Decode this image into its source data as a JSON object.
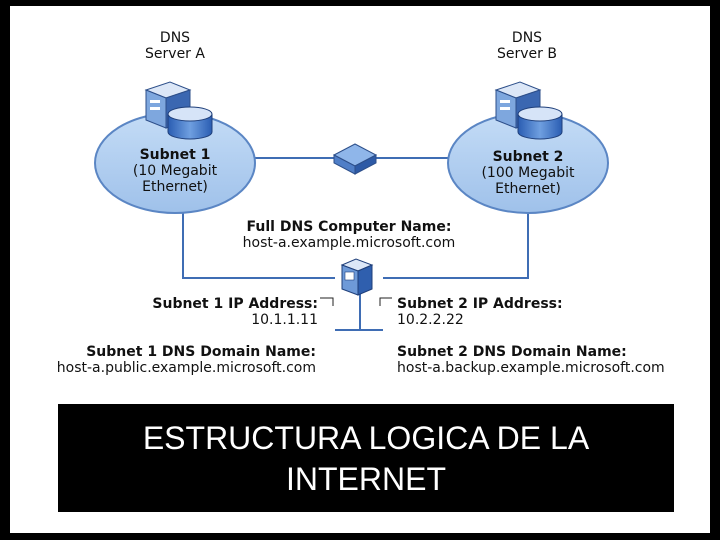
{
  "server_a": {
    "line1": "DNS",
    "line2": "Server A"
  },
  "server_b": {
    "line1": "DNS",
    "line2": "Server B"
  },
  "subnet1": {
    "title": "Subnet 1",
    "line2": "(10 Megabit",
    "line3": "Ethernet)"
  },
  "subnet2": {
    "title": "Subnet 2",
    "line2": "(100 Megabit",
    "line3": "Ethernet)"
  },
  "host": {
    "label": "Full DNS Computer Name:",
    "value": "host-a.example.microsoft.com"
  },
  "ip1": {
    "label": "Subnet 1 IP Address:",
    "value": "10.1.1.11"
  },
  "ip2": {
    "label": "Subnet 2 IP Address:",
    "value": "10.2.2.22"
  },
  "domain1": {
    "label": "Subnet 1 DNS Domain Name:",
    "value": "host-a.public.example.microsoft.com"
  },
  "domain2": {
    "label": "Subnet 2 DNS Domain Name:",
    "value": "host-a.backup.example.microsoft.com"
  },
  "caption": {
    "line1": "ESTRUCTURA LOGICA DE LA",
    "line2": "INTERNET"
  },
  "colors": {
    "subnet_fill": "#a9c9ee",
    "subnet_stroke": "#5b86c4",
    "link": "#3f6db4",
    "caption_bg": "#000000",
    "caption_text": "#ffffff"
  },
  "icons": [
    "server-icon",
    "database-icon",
    "router-icon",
    "computer-icon"
  ]
}
